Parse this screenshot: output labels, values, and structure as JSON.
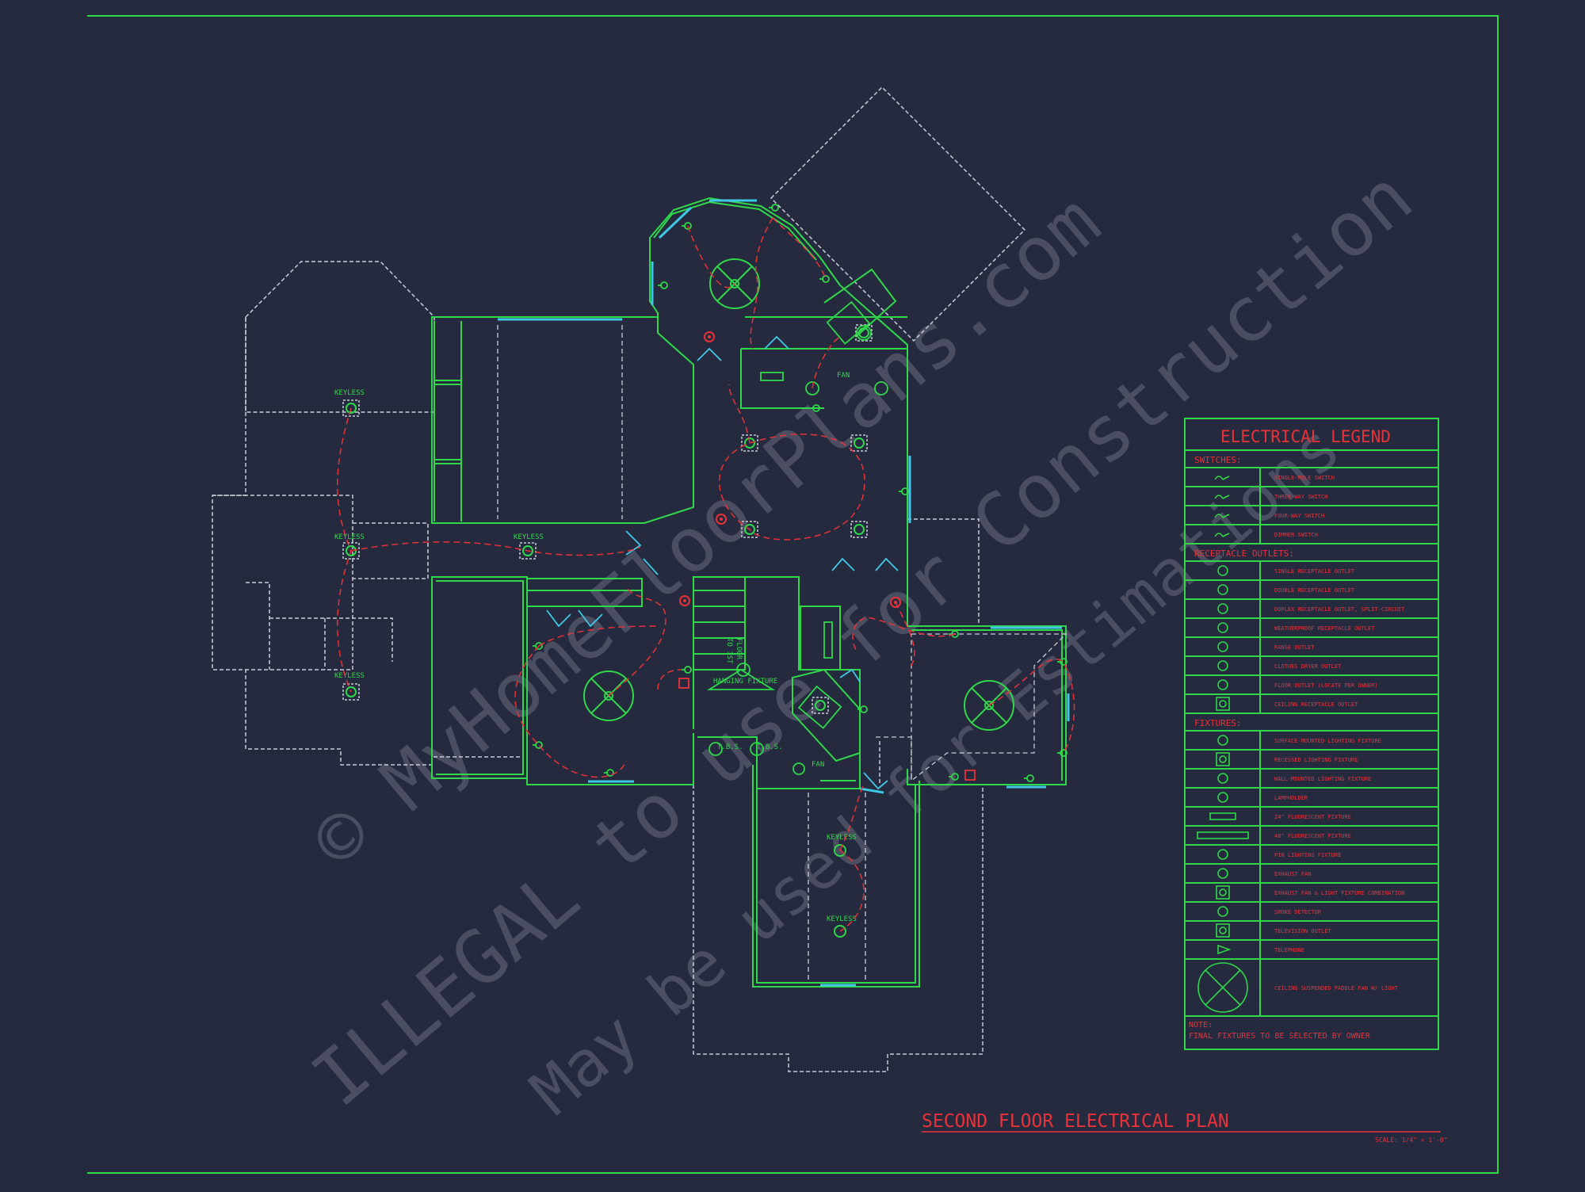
{
  "plan": {
    "title": "SECOND FLOOR ELECTRICAL PLAN",
    "scale": "SCALE: 1/4\" = 1'-0\"",
    "labels": {
      "keyless": "KEYLESS",
      "fan": "FAN",
      "hanging_fixture": "HANGING FIXTURE",
      "tbs": "T.B.S.",
      "stair_note_1": "TO 1ST",
      "stair_note_2": "FLOOR"
    },
    "watermark": [
      "© MyHomeFloorPlans.com",
      "ILLEGAL to use for Construction",
      "May be used for Estimations"
    ]
  },
  "legend": {
    "title": "ELECTRICAL LEGEND",
    "sections": [
      {
        "heading": "SWITCHES:",
        "items": [
          {
            "symbol": "switch-single",
            "label": "SINGLE-POLE SWITCH"
          },
          {
            "symbol": "switch-three",
            "label": "THREE-WAY SWITCH"
          },
          {
            "symbol": "switch-four",
            "label": "FOUR-WAY SWITCH"
          },
          {
            "symbol": "switch-dimmer",
            "label": "DIMMER SWITCH"
          }
        ]
      },
      {
        "heading": "RECEPTACLE OUTLETS:",
        "items": [
          {
            "symbol": "outlet-single",
            "label": "SINGLE RECEPTACLE OUTLET"
          },
          {
            "symbol": "outlet-double",
            "label": "DOUBLE RECEPTACLE OUTLET"
          },
          {
            "symbol": "outlet-split",
            "label": "DUPLEX RECEPTACLE OUTLET, SPLIT-CIRCUIT"
          },
          {
            "symbol": "outlet-weather",
            "label": "WEATHERPROOF RECEPTACLE OUTLET"
          },
          {
            "symbol": "outlet-range",
            "label": "RANGE OUTLET"
          },
          {
            "symbol": "outlet-dryer",
            "label": "CLOTHES DRYER OUTLET"
          },
          {
            "symbol": "outlet-floor",
            "label": "FLOOR OUTLET (LOCATE PER OWNER)"
          },
          {
            "symbol": "outlet-ceiling",
            "label": "CEILING RECEPTACLE OUTLET"
          }
        ]
      },
      {
        "heading": "FIXTURES:",
        "items": [
          {
            "symbol": "fixture-surface",
            "label": "SURFACE-MOUNTED LIGHTING FIXTURE"
          },
          {
            "symbol": "fixture-recessed",
            "label": "RECESSED LIGHTING FIXTURE"
          },
          {
            "symbol": "fixture-wall",
            "label": "WALL-MOUNTED LIGHTING FIXTURE"
          },
          {
            "symbol": "lampholder",
            "label": "LAMPHOLDER"
          },
          {
            "symbol": "fluor-24",
            "label": "24\" FLUORESCENT FIXTURE"
          },
          {
            "symbol": "fluor-48",
            "label": "48\" FLUORESCENT FIXTURE"
          },
          {
            "symbol": "pin-light",
            "label": "PIN LIGHTING FIXTURE"
          },
          {
            "symbol": "exhaust-fan",
            "label": "EXHAUST FAN"
          },
          {
            "symbol": "exhaust-light",
            "label": "EXHAUST FAN & LIGHT FIXTURE COMBINATION"
          },
          {
            "symbol": "smoke",
            "label": "SMOKE DETECTOR"
          },
          {
            "symbol": "tv",
            "label": "TELEVISION OUTLET"
          },
          {
            "symbol": "phone",
            "label": "TELEPHONE"
          },
          {
            "symbol": "ceiling-fan",
            "label": "CEILING SUSPENDED PADDLE FAN W/ LIGHT"
          }
        ]
      }
    ],
    "note_heading": "NOTE:",
    "note_text": "FINAL FIXTURES TO BE SELECTED BY OWNER"
  },
  "colors": {
    "background": "#262a3e",
    "wall": "#2fd84a",
    "window": "#3ec8e6",
    "wiring": "#e8323a",
    "dashed": "#c9ccd6",
    "legend_text": "#e8323a",
    "watermark": "#4a4e60"
  }
}
